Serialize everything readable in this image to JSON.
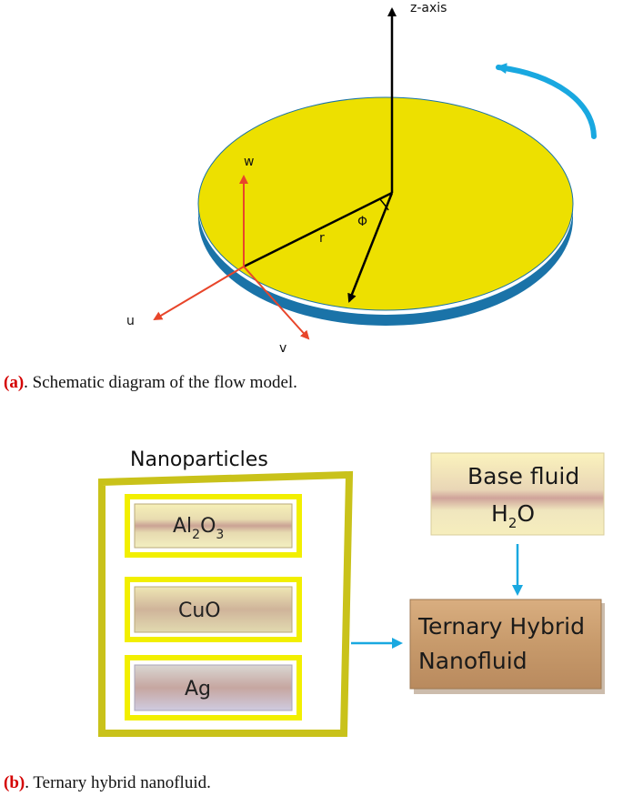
{
  "panel_a": {
    "labels": {
      "z_axis": "z-axis",
      "w": "w",
      "u": "u",
      "v": "v",
      "r": "r",
      "phi": "Φ"
    },
    "caption_tag": "(a)",
    "caption_text": ". Schematic diagram of the flow model.",
    "colors": {
      "disk_top": "#ede000",
      "disk_side": "#1a73a8",
      "rotation_arrow": "#19a8e0",
      "local_axes": "#e8452a",
      "main_arrows": "#000000"
    }
  },
  "panel_b": {
    "nanoparticles_title": "Nanoparticles",
    "particles": {
      "al2o3": {
        "main": "Al",
        "sub1": "2",
        "mid": "O",
        "sub2": "3"
      },
      "cuo": "CuO",
      "ag": "Ag"
    },
    "base_fluid": {
      "title": "Base fluid",
      "h": "H",
      "sub": "2",
      "o": "O"
    },
    "result": {
      "line1": "Ternary Hybrid",
      "line2": "Nanofluid"
    },
    "caption_tag": "(b)",
    "caption_text": ". Ternary hybrid nanofluid.",
    "colors": {
      "frame": "#c9c21a",
      "inner_border": "#f2ef00",
      "arrow": "#19a8e0",
      "result_box": "#c79a6b"
    }
  }
}
